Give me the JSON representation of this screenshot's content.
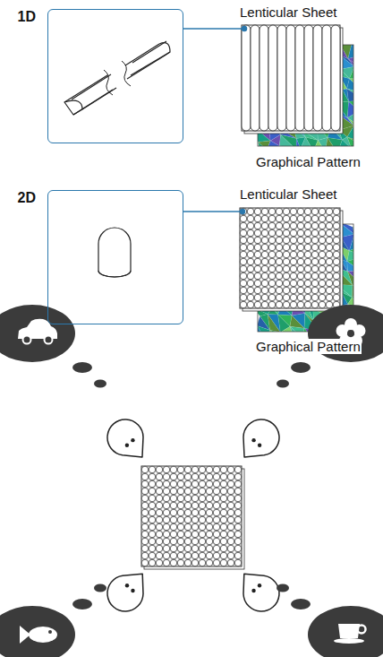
{
  "diagram": {
    "nodes": [
      {
        "text": [
          "1D"
        ]
      },
      {
        "text": [
          "2D"
        ]
      }
    ],
    "labels": [
      "Lenticular Sheet",
      "Graphical Pattern",
      "Lenticular Sheet",
      "Graphical Pattern"
    ]
  }
}
